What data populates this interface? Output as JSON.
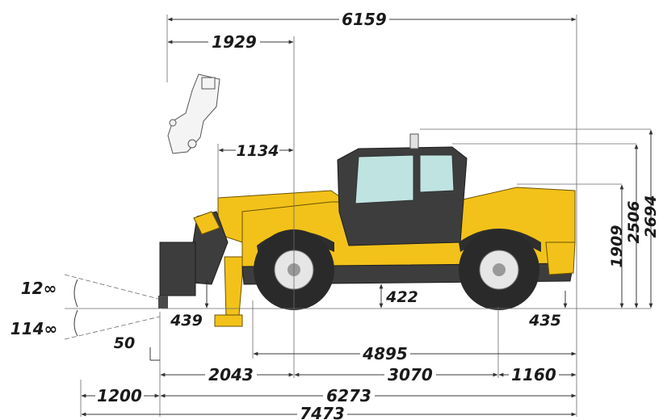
{
  "dimensions": {
    "overall_length_top": "6159",
    "attachment_reach": "1929",
    "boom_offset": "1134",
    "height_1": "1909",
    "height_2": "2506",
    "height_3": "2694",
    "tilt_up": "12∞",
    "tilt_down": "114∞",
    "fork_drop": "439",
    "fork_thickness": "50",
    "ground_clearance": "422",
    "rear_clearance": "435",
    "wheel_span": "4895",
    "front_overhang": "2043",
    "wheelbase": "3070",
    "rear_overhang": "1160",
    "fork_length": "1200",
    "length_to_fork_face": "6273",
    "overall_length": "7473"
  },
  "colors": {
    "body": "#f2c21a",
    "dark": "#3d3d3d",
    "glass": "#bfe3e0"
  }
}
